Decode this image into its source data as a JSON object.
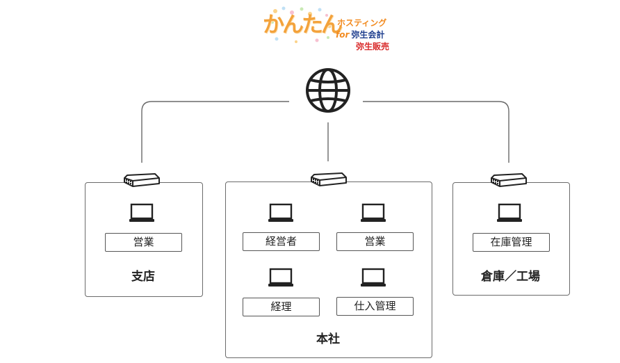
{
  "logo": {
    "main": "かんたん",
    "line1": "ホスティング",
    "line2_for": "for",
    "line2_product": "弥生会計",
    "line3_product": "弥生販売"
  },
  "colors": {
    "line": "#6a6a6a",
    "logo_orange": "#f3a23b",
    "logo_blue": "#1f3f8f",
    "logo_red": "#d92b2b"
  },
  "network": {
    "internet_icon": "globe-icon",
    "router_icon": "router-icon",
    "pc_icon": "laptop-icon"
  },
  "branch": {
    "title": "支店",
    "pcs": [
      "営業"
    ]
  },
  "headquarters": {
    "title": "本社",
    "pcs": [
      "経営者",
      "営業",
      "経理",
      "仕入管理"
    ]
  },
  "warehouse": {
    "title": "倉庫／工場",
    "pcs": [
      "在庫管理"
    ]
  }
}
